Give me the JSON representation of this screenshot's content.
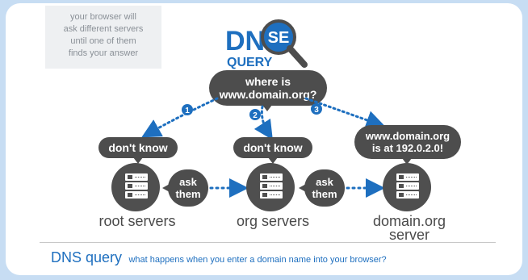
{
  "note": {
    "lines": [
      "your browser will",
      "ask different servers",
      "until one of them",
      "finds your answer"
    ]
  },
  "logo": {
    "big": "DNS",
    "small": "QUERY",
    "badge": "SE"
  },
  "bubbles": {
    "where_is": [
      "where is",
      "www.domain.org?"
    ],
    "dont_know_1": "don't know",
    "dont_know_2": "don't know",
    "answer": [
      "www.domain.org",
      "is at 192.0.2.0!"
    ],
    "ask_1": [
      "ask",
      "them"
    ],
    "ask_2": [
      "ask",
      "them"
    ]
  },
  "steps": [
    "1",
    "2",
    "3"
  ],
  "servers": {
    "root": "root servers",
    "org": "org servers",
    "domain": [
      "domain.org",
      "server"
    ]
  },
  "footer": {
    "title": "DNS query",
    "subtitle": "what happens when you enter a domain name into your browser?"
  },
  "colors": {
    "accent": "#1e6fbf",
    "bubble": "#4d4d4d",
    "server": "#4f4f4f",
    "background": "#c7ddf3"
  }
}
